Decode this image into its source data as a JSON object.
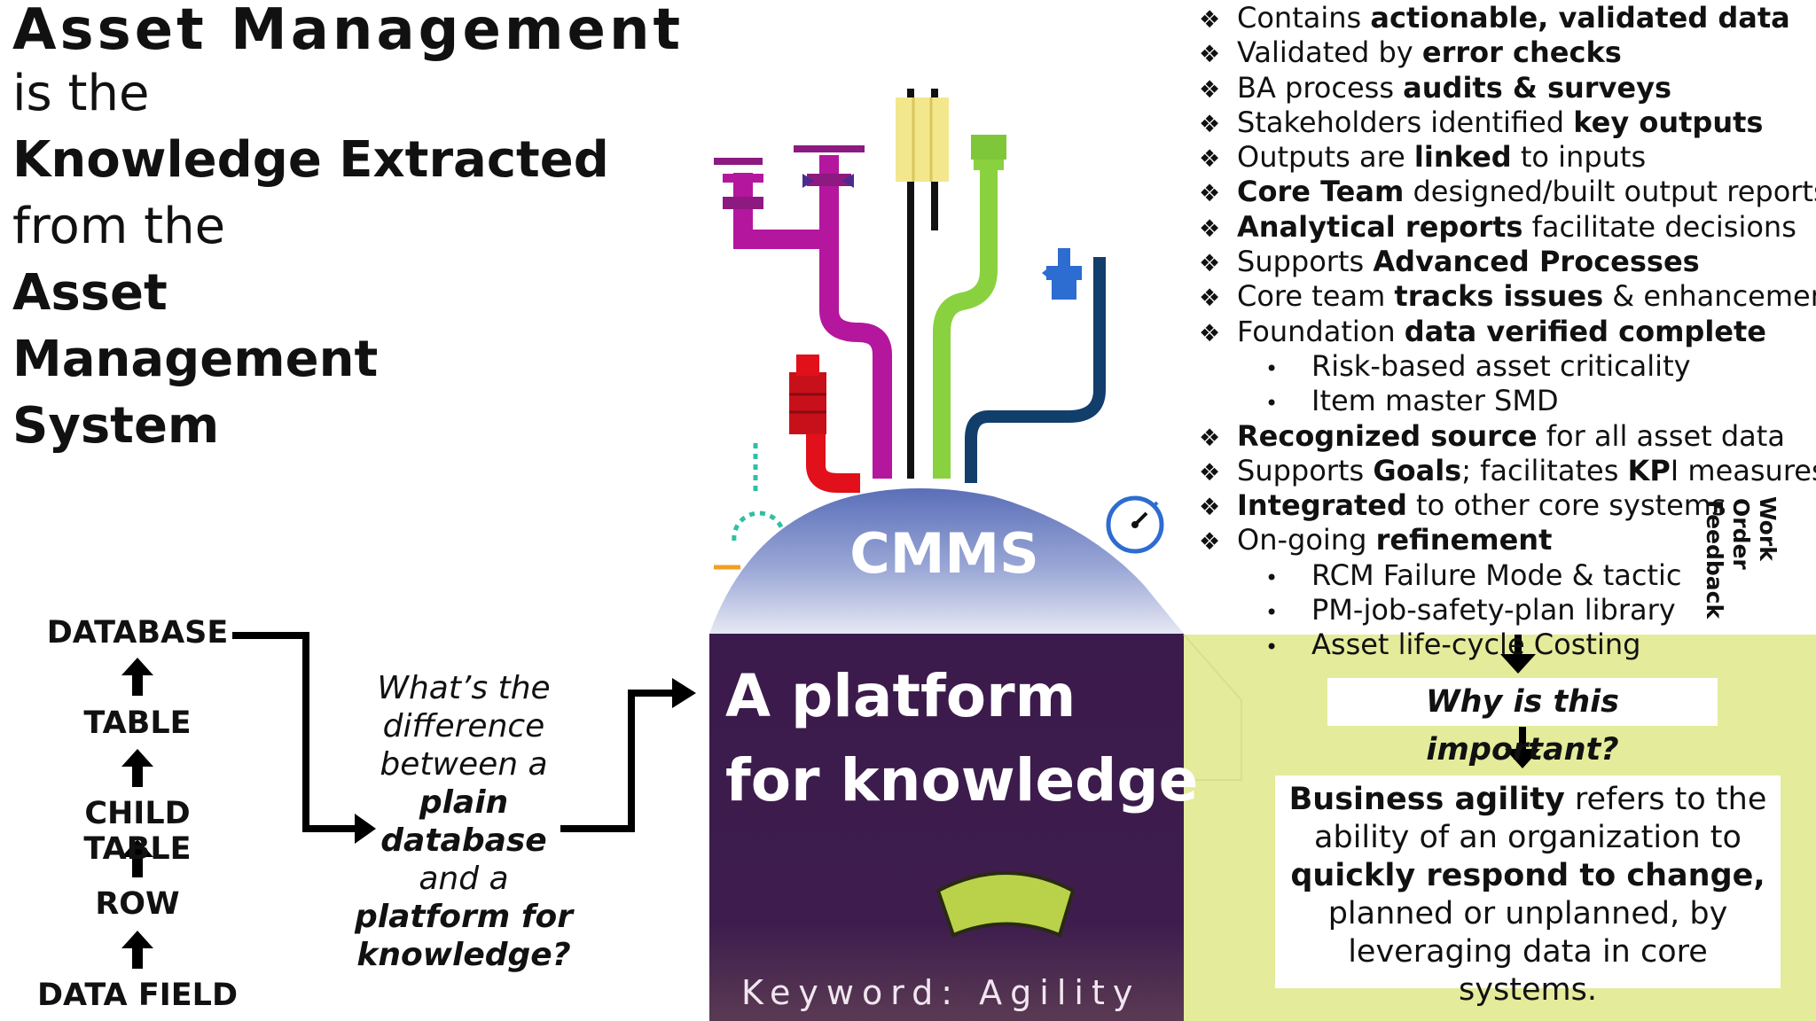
{
  "title": {
    "line0": "Asset Management",
    "line1": "is the",
    "line2": "Knowledge Extracted",
    "line3": "from the",
    "line4": "Asset",
    "line5": "Management",
    "line6": "System"
  },
  "hierarchy": [
    "DATABASE",
    "TABLE",
    "CHILD TABLE",
    "ROW",
    "DATA FIELD"
  ],
  "question": {
    "l1": "What’s the",
    "l2": "difference",
    "l3": "between a",
    "l4": "plain",
    "l5": "database",
    "l6": "and a",
    "l7": "platform for",
    "l8": "knowledge?"
  },
  "cmms": "CMMS",
  "platform": {
    "l1": "A platform",
    "l2": "for knowledge"
  },
  "keyword": "Keyword: Agility",
  "bullets": {
    "b1": {
      "a": "Contains ",
      "b": "actionable, validated data"
    },
    "b2": {
      "a": "Validated by ",
      "b": "error checks"
    },
    "b3": {
      "a": "BA process ",
      "b": "audits & surveys"
    },
    "b4": {
      "a": "Stakeholders identified ",
      "b": "key outputs"
    },
    "b5": {
      "a": "Outputs are ",
      "b": "linked",
      "c": " to inputs"
    },
    "b6": {
      "b": "Core Team",
      "c": " designed/built output reports"
    },
    "b7": {
      "b": "Analytical reports",
      "c": " facilitate decisions"
    },
    "b8": {
      "a": "Supports ",
      "b": "Advanced Processes"
    },
    "b9": {
      "a": "Core team ",
      "b": "tracks issues",
      "c": " & enhancements"
    },
    "b10": {
      "a": "Foundation ",
      "b": "data verified complete"
    },
    "s1": "Risk-based asset criticality",
    "s2": "Item master SMD",
    "b11": {
      "b": "Recognized source",
      "c": " for all asset data"
    },
    "b12": {
      "a": "Supports ",
      "b": "Goals",
      "c": "; facilitates ",
      "d": "KP",
      "e": "I measures"
    },
    "b13": {
      "b": "Integrated",
      "c": " to other core systems"
    },
    "b14": {
      "a": "On-going ",
      "b": "refinement"
    },
    "s3": "RCM Failure Mode & tactic",
    "s4": "PM-job-safety-plan library",
    "s5": "Asset life-cycle Costing"
  },
  "vertical_label": {
    "l1": "Work",
    "l2": "Order",
    "l3": "Feedback"
  },
  "why": "Why is this important?",
  "agility": {
    "b1": "Business agility",
    "t1": " refers to the",
    "t2": "ability of an organization to",
    "b2": "quickly respond to change,",
    "t3": "planned or unplanned, by",
    "t4": "leveraging data in core systems."
  },
  "colors": {
    "platform_bg": "#3a1b4a",
    "green_band": "#e4eb9a",
    "dome_top": "#5b6fb5",
    "pipe_magenta": "#b5169e",
    "pipe_yellow": "#f3e78e",
    "pipe_green": "#8ad13f",
    "pipe_navy": "#123e6b",
    "pipe_red": "#e1101b",
    "valve_blue": "#2d6cd0"
  }
}
